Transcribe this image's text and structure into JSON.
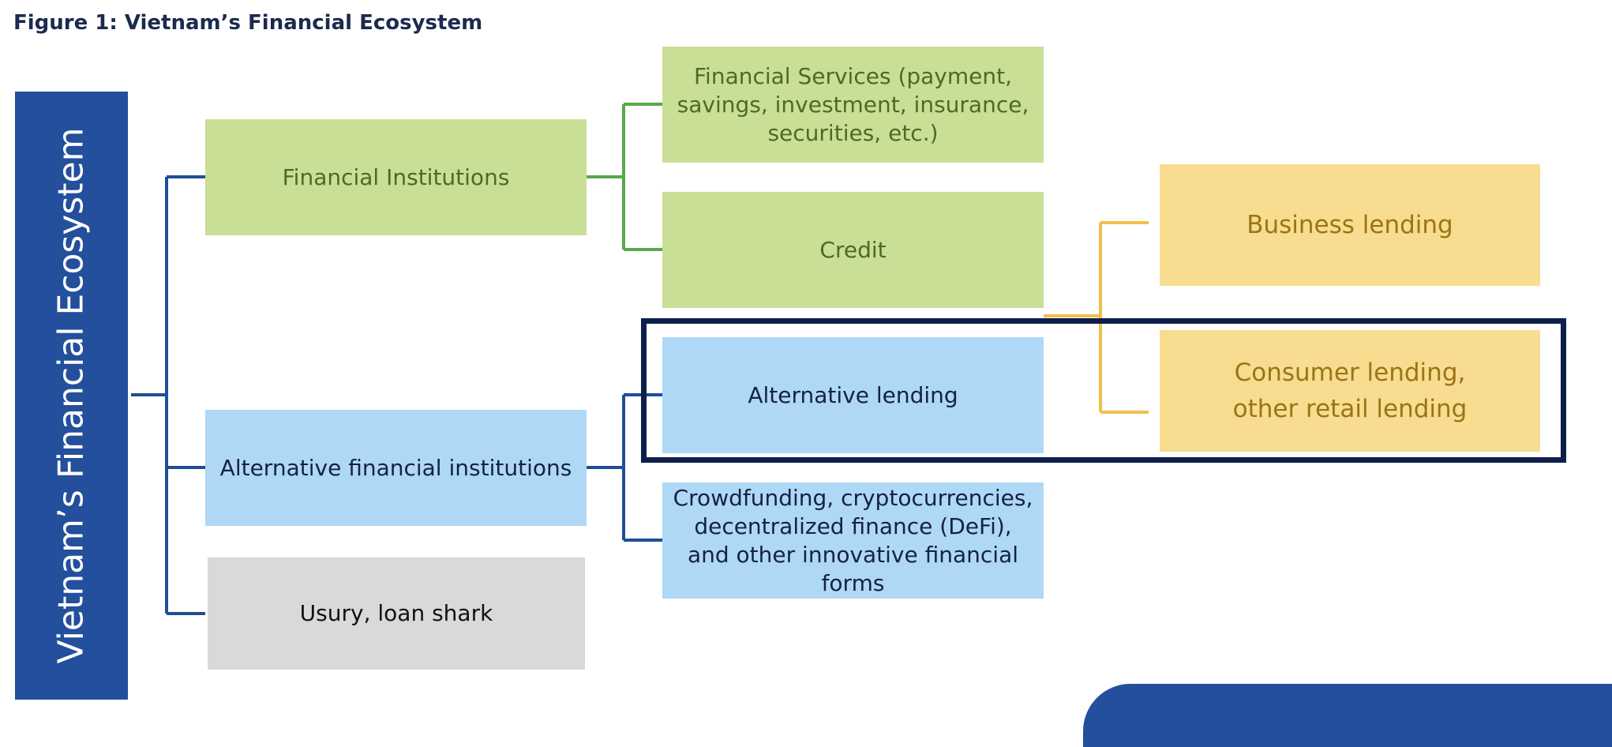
{
  "figure": {
    "title": "Figure 1: Vietnam’s Financial Ecosystem"
  },
  "root": {
    "label": "Vietnam’s Financial Ecosystem"
  },
  "level1": {
    "financial_institutions": "Financial Institutions",
    "alternative_institutions": "Alternative financial institutions",
    "usury": "Usury, loan shark"
  },
  "level2": {
    "financial_services": "Financial Services (payment, savings, investment, insurance, securities, etc.)",
    "credit": "Credit",
    "alternative_lending": "Alternative lending",
    "innovative_forms": "Crowdfunding, cryptocurrencies, decentralized finance (DeFi), and other innovative financial forms"
  },
  "level3": {
    "business_lending": "Business lending",
    "consumer_lending": "Consumer lending, other retail lending"
  },
  "colors": {
    "navy": "#234f9c",
    "green_box": "#c9df96",
    "green_line": "#5aa84e",
    "blue_box": "#afd8f7",
    "blue_line": "#1f4e96",
    "yellow_box": "#f8dc8f",
    "yellow_line": "#f0c04a",
    "gray_box": "#d9d9d9",
    "highlight_frame": "#0f1f4b"
  }
}
